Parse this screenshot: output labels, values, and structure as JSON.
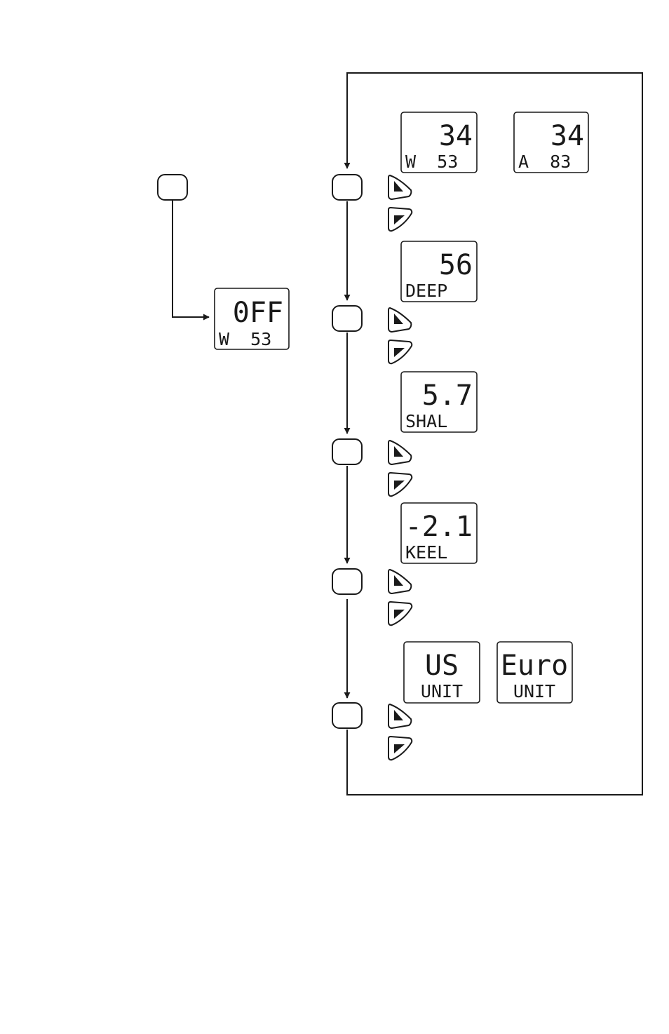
{
  "colors": {
    "ink": "#1a1a1a",
    "paper": "#ffffff"
  },
  "icons": {
    "mode_button": "blank-rounded-button-icon",
    "up_button": "up-triangle-button-icon",
    "down_button": "down-triangle-button-icon"
  },
  "off_display": {
    "top": "0FF",
    "bottom": "W  53"
  },
  "steps": [
    {
      "displays": [
        {
          "top": "34",
          "bottom": "W  53"
        },
        {
          "top": "34",
          "bottom": "A  83"
        }
      ]
    },
    {
      "displays": [
        {
          "top": "56",
          "bottom": "DEEP"
        }
      ]
    },
    {
      "displays": [
        {
          "top": "5.7",
          "bottom": "SHAL"
        }
      ]
    },
    {
      "displays": [
        {
          "top": "-2.1",
          "bottom": "KEEL"
        }
      ]
    },
    {
      "displays": [
        {
          "top": "US",
          "bottom": "UNIT"
        },
        {
          "top": "Euro",
          "bottom": "UNIT"
        }
      ]
    }
  ]
}
